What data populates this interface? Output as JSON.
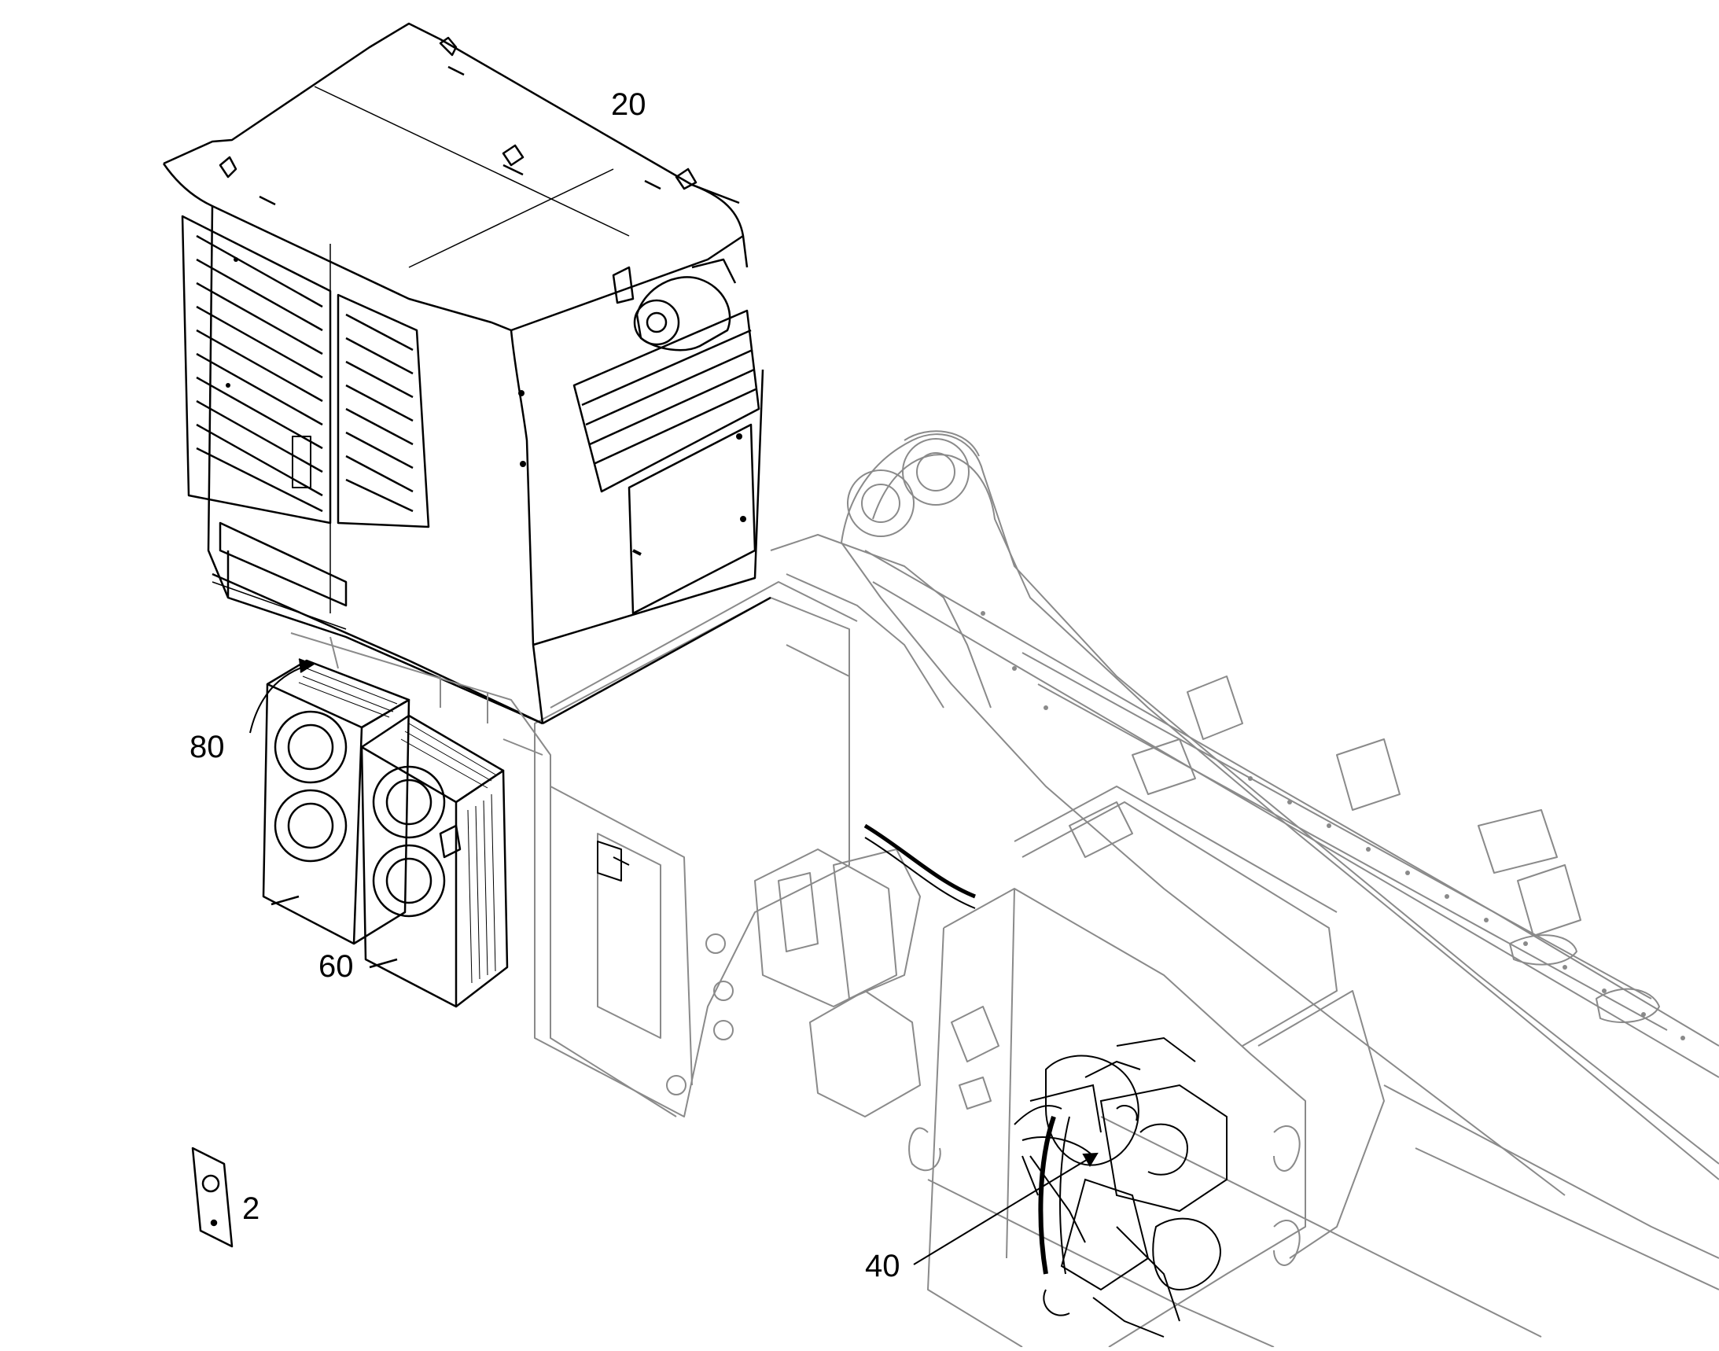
{
  "callouts": [
    {
      "id": "20",
      "label": "20"
    },
    {
      "id": "80",
      "label": "80"
    },
    {
      "id": "60",
      "label": "60"
    },
    {
      "id": "2",
      "label": "2"
    },
    {
      "id": "40",
      "label": "40"
    }
  ],
  "colors": {
    "line": "#000000",
    "faint": "#8a8a8a",
    "background": "#ffffff"
  }
}
